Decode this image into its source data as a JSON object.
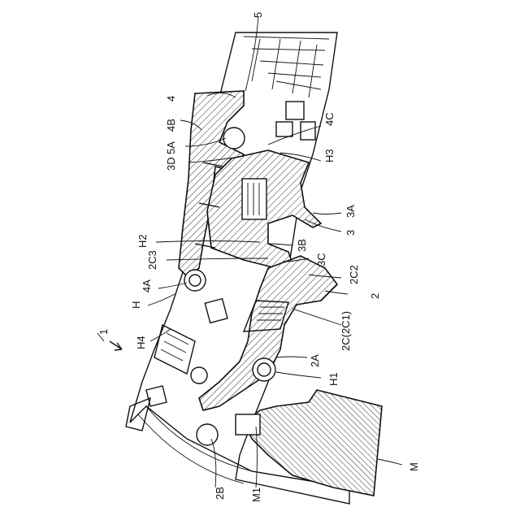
{
  "labels": {
    "fig": "1",
    "l5": "5",
    "l4": "4",
    "l4B": "4B",
    "l4C": "4C",
    "l5A": "5A",
    "l3D": "3D",
    "lH3": "H3",
    "l3A": "3A",
    "l3": "3",
    "lH2": "H2",
    "l3B": "3B",
    "l2C3": "2C3",
    "l3C": "3C",
    "l2C2": "2C2",
    "l4A": "4A",
    "l2": "2",
    "lH": "H",
    "lH4": "H4",
    "l2C": "2C(2C1)",
    "l2A": "2A",
    "lH1": "H1",
    "l2B": "2B",
    "lM1": "M1",
    "lM": "M"
  }
}
